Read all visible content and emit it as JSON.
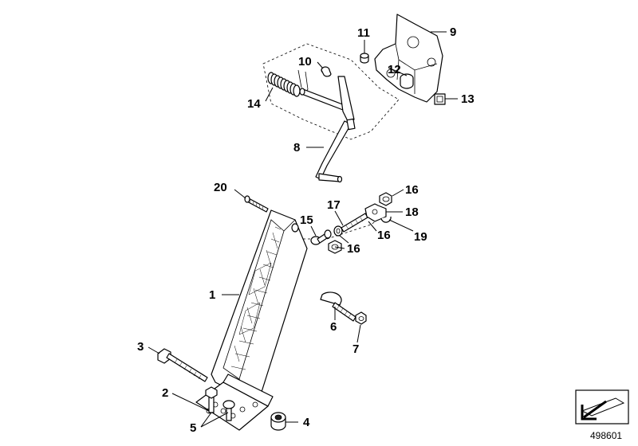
{
  "diagram": {
    "reference_number": "498601",
    "callouts": [
      {
        "id": "c1",
        "label": "1"
      },
      {
        "id": "c2",
        "label": "2"
      },
      {
        "id": "c3",
        "label": "3"
      },
      {
        "id": "c4",
        "label": "4"
      },
      {
        "id": "c5",
        "label": "5"
      },
      {
        "id": "c6",
        "label": "6"
      },
      {
        "id": "c7",
        "label": "7"
      },
      {
        "id": "c8",
        "label": "8"
      },
      {
        "id": "c9",
        "label": "9"
      },
      {
        "id": "c10",
        "label": "10"
      },
      {
        "id": "c11",
        "label": "11"
      },
      {
        "id": "c12",
        "label": "12"
      },
      {
        "id": "c13",
        "label": "13"
      },
      {
        "id": "c14",
        "label": "14"
      },
      {
        "id": "c15",
        "label": "15"
      },
      {
        "id": "c16a",
        "label": "16"
      },
      {
        "id": "c16b",
        "label": "16"
      },
      {
        "id": "c16c",
        "label": "16"
      },
      {
        "id": "c17",
        "label": "17"
      },
      {
        "id": "c18",
        "label": "18"
      },
      {
        "id": "c19",
        "label": "19"
      },
      {
        "id": "c20",
        "label": "20"
      }
    ]
  }
}
